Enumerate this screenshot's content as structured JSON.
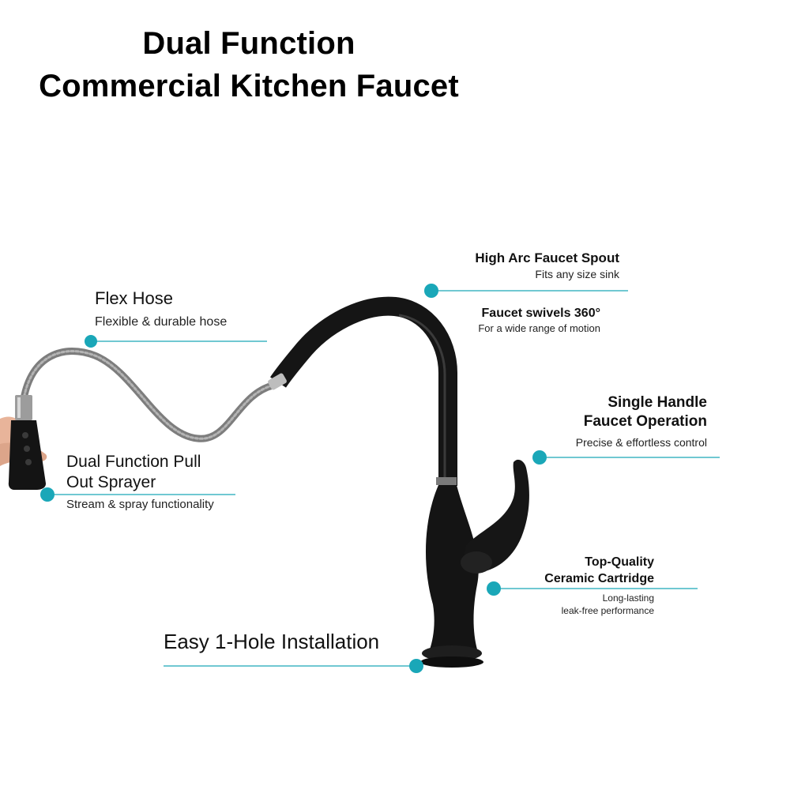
{
  "title": {
    "line1": "Dual Function",
    "line2": "Commercial Kitchen Faucet"
  },
  "colors": {
    "accent": "#1aa7b8",
    "faucet": "#151515",
    "hose": "#8a8a8a",
    "background": "#ffffff"
  },
  "callouts": {
    "flex_hose": {
      "heading": "Flex Hose",
      "sub": "Flexible & durable hose"
    },
    "sprayer": {
      "heading_line1": "Dual Function Pull",
      "heading_line2": "Out Sprayer",
      "sub": "Stream & spray functionality"
    },
    "spout": {
      "heading": "High Arc Faucet Spout",
      "sub": "Fits any size sink"
    },
    "swivel": {
      "heading": "Faucet swivels 360°",
      "sub": "For a wide range of motion"
    },
    "handle": {
      "heading_line1": "Single Handle",
      "heading_line2": "Faucet Operation",
      "sub": "Precise & effortless control"
    },
    "cartridge": {
      "heading_line1": "Top-Quality",
      "heading_line2": "Ceramic Cartridge",
      "sub_line1": "Long-lasting",
      "sub_line2": "leak-free performance"
    },
    "install": {
      "heading": "Easy 1-Hole Installation"
    }
  }
}
